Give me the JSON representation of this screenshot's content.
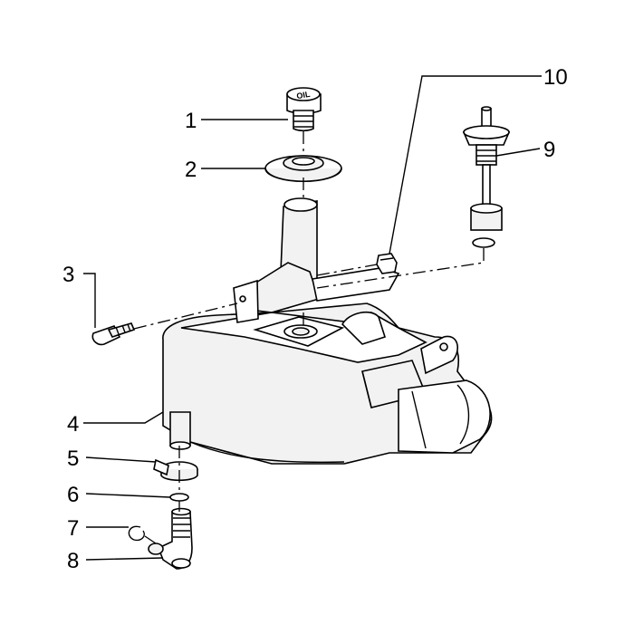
{
  "callouts": [
    "1",
    "2",
    "3",
    "4",
    "5",
    "6",
    "7",
    "8",
    "9",
    "10"
  ],
  "cap_text": "OIL"
}
